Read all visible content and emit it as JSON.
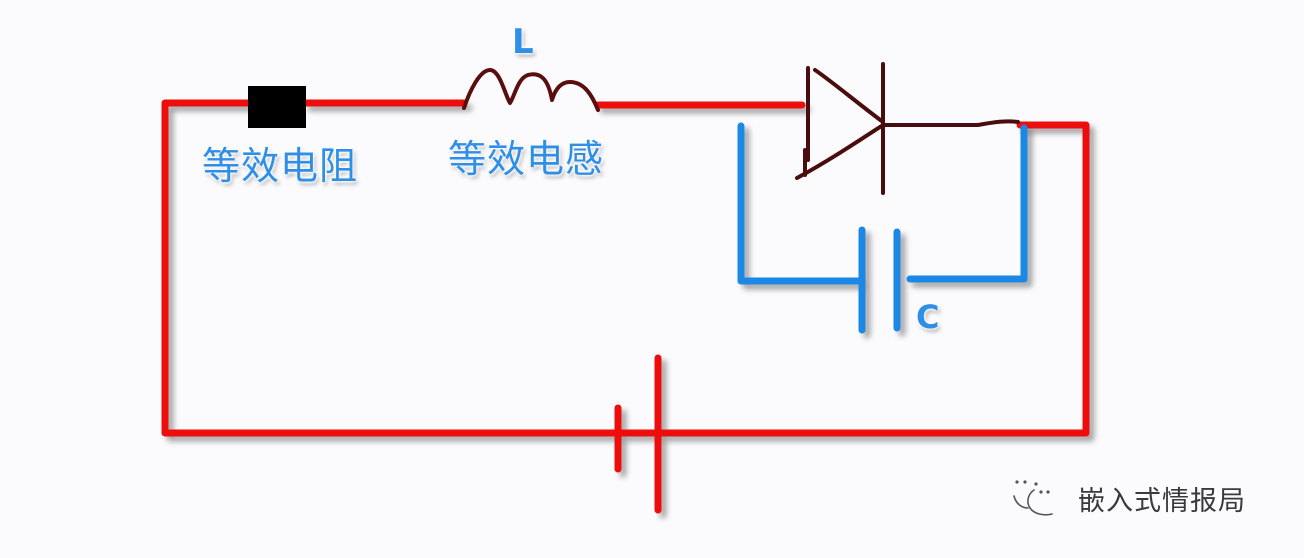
{
  "diagram": {
    "type": "circuit",
    "colors": {
      "main_wire": "#ee1111",
      "capacitor_wire": "#1e88e5",
      "diode": "#4a0d0d",
      "inductor": "#5a0f0f",
      "resistor": "#000000",
      "label": "#2f8ee6",
      "background": "#fbfbfd"
    },
    "components": [
      {
        "id": "resistor",
        "symbol": "black-rectangle",
        "label": "等效电阻"
      },
      {
        "id": "inductor",
        "symbol": "coil",
        "label": "等效电感",
        "letter": "L"
      },
      {
        "id": "diode",
        "symbol": "diode",
        "label": ""
      },
      {
        "id": "capacitor",
        "symbol": "capacitor",
        "letter": "C",
        "connection": "parallel with diode"
      },
      {
        "id": "battery",
        "symbol": "dc-source",
        "label": ""
      }
    ]
  },
  "labels": {
    "resistor": "等效电阻",
    "inductor": "等效电感",
    "inductor_letter": "L",
    "capacitor_letter": "C"
  },
  "watermark": {
    "icon": "wechat-icon",
    "text": "嵌入式情报局"
  }
}
